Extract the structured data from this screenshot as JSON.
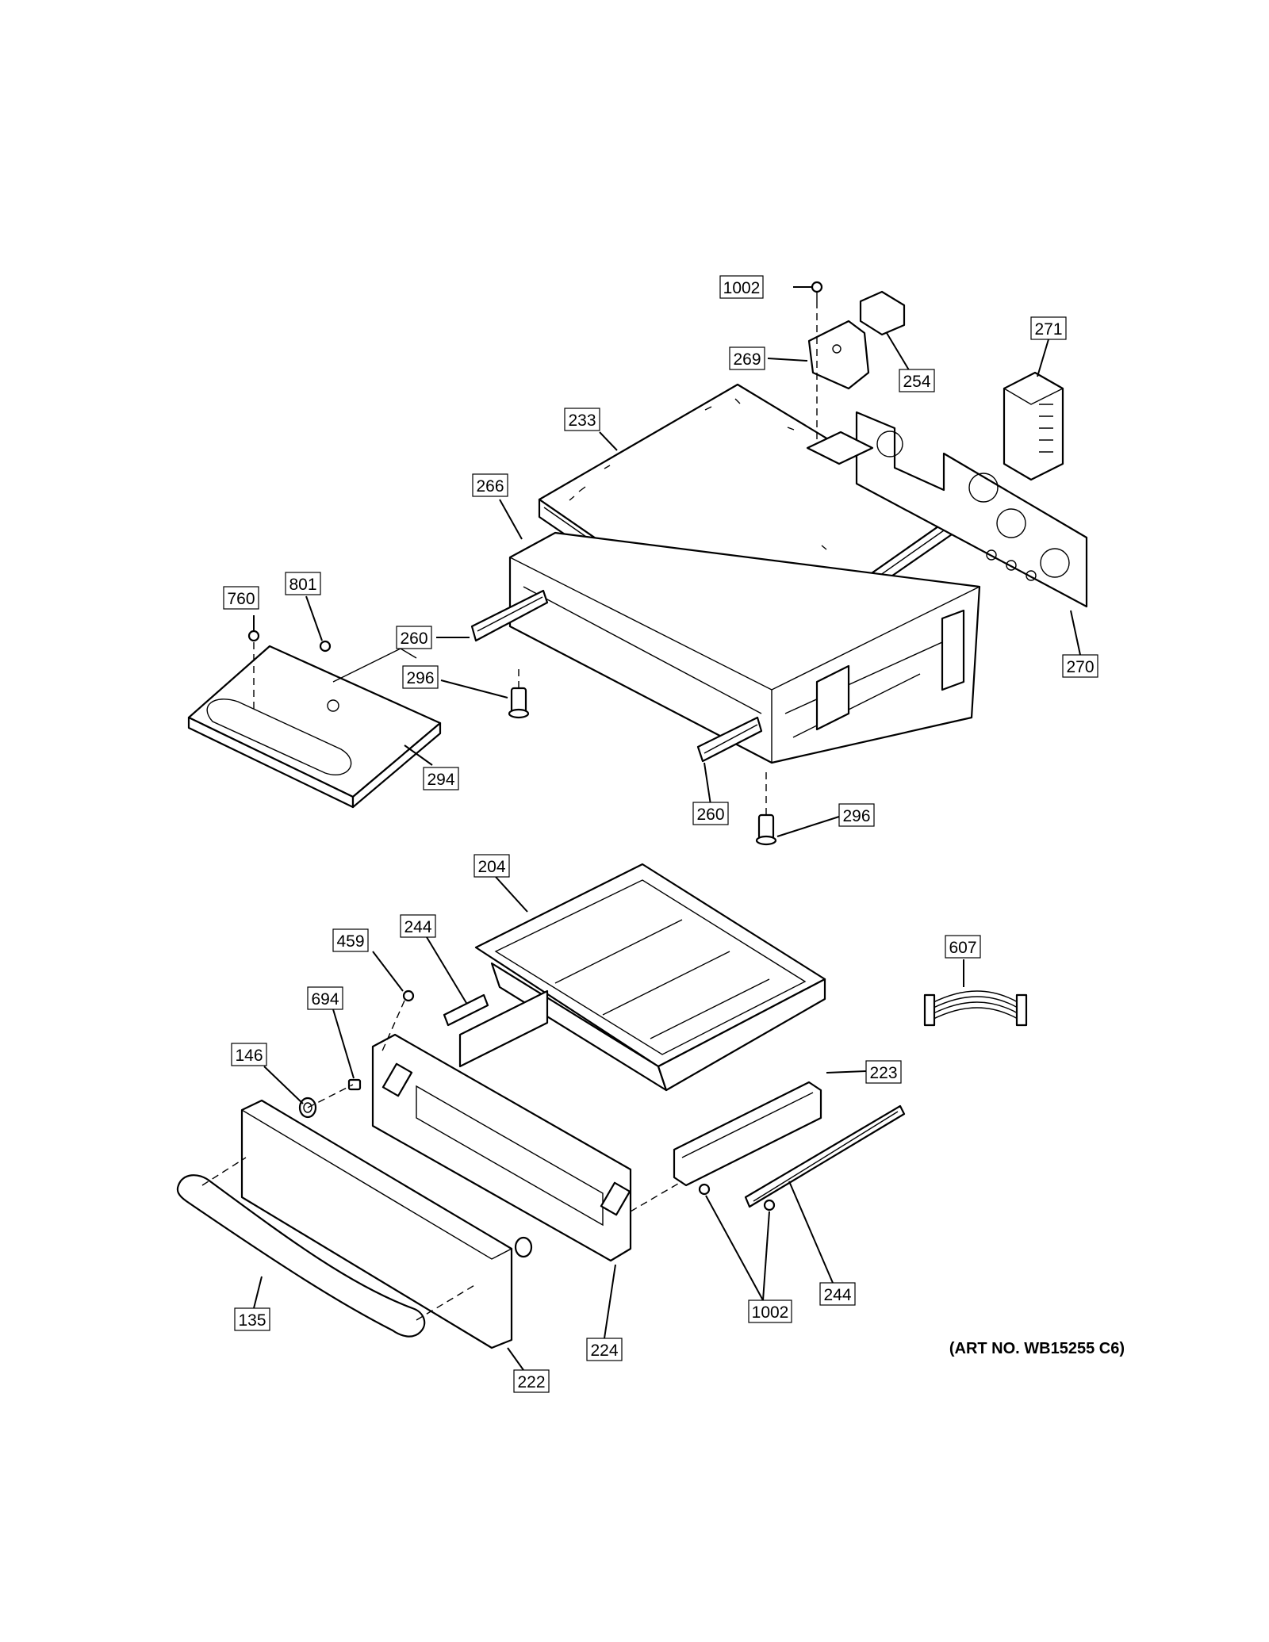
{
  "callouts": [
    {
      "id": "c1002a",
      "label": "1002"
    },
    {
      "id": "c269",
      "label": "269"
    },
    {
      "id": "c254",
      "label": "254"
    },
    {
      "id": "c271",
      "label": "271"
    },
    {
      "id": "c233",
      "label": "233"
    },
    {
      "id": "c266",
      "label": "266"
    },
    {
      "id": "c270",
      "label": "270"
    },
    {
      "id": "c760",
      "label": "760"
    },
    {
      "id": "c801",
      "label": "801"
    },
    {
      "id": "c260a",
      "label": "260"
    },
    {
      "id": "c296a",
      "label": "296"
    },
    {
      "id": "c294",
      "label": "294"
    },
    {
      "id": "c260b",
      "label": "260"
    },
    {
      "id": "c296b",
      "label": "296"
    },
    {
      "id": "c204",
      "label": "204"
    },
    {
      "id": "c607",
      "label": "607"
    },
    {
      "id": "c459",
      "label": "459"
    },
    {
      "id": "c244a",
      "label": "244"
    },
    {
      "id": "c694",
      "label": "694"
    },
    {
      "id": "c146",
      "label": "146"
    },
    {
      "id": "c223",
      "label": "223"
    },
    {
      "id": "c135",
      "label": "135"
    },
    {
      "id": "c1002b",
      "label": "1002"
    },
    {
      "id": "c244b",
      "label": "244"
    },
    {
      "id": "c224",
      "label": "224"
    },
    {
      "id": "c222",
      "label": "222"
    }
  ],
  "art_number": "(ART NO. WB15255 C6)"
}
